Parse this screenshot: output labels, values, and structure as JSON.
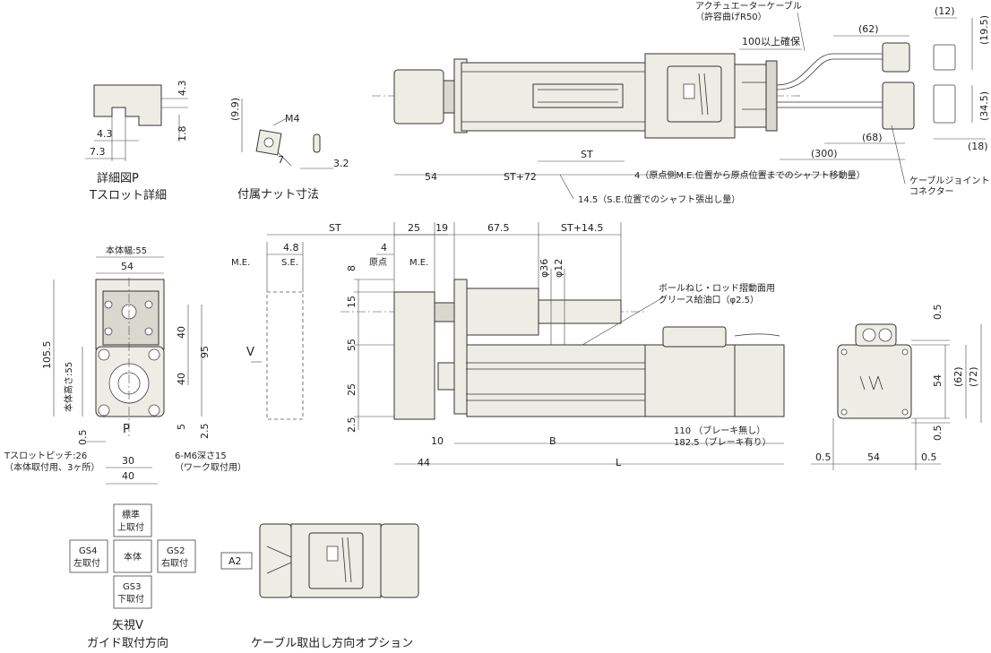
{
  "top": {
    "cable": "アクチュエーターケーブル",
    "radius": "（許容曲げR50）",
    "secure": "100以上確保",
    "d62": "(62)",
    "d12": "(12)",
    "d19_5": "(19.5)",
    "d34_5": "(34.5)",
    "d18": "(18)",
    "d68": "(68)",
    "d300": "(300)",
    "st": "ST",
    "d54": "54",
    "st72": "ST+72",
    "d4note": "4（原点側M.E.位置から原点位置までのシャフト移動量）",
    "d145note": "14.5（S.E.位置でのシャフト張出し量）",
    "joint1": "ケーブルジョイント",
    "joint2": "コネクター"
  },
  "detailP": {
    "d43a": "4.3",
    "d18": "1.8",
    "d43b": "4.3",
    "d73": "7.3",
    "title1": "詳細図P",
    "title2": "Tスロット詳細"
  },
  "nut": {
    "d99": "(9.9)",
    "m4": "M4",
    "d7": "7",
    "d32": "3.2",
    "title": "付属ナット寸法"
  },
  "front": {
    "width55": "本体幅:55",
    "d54": "54",
    "d1055": "105.5",
    "height55": "本体高さ:55",
    "d40a": "40",
    "d40b": "40",
    "d95": "95",
    "d5": "5",
    "d25": "2.5",
    "d05": "0.5",
    "p": "P",
    "tslot1": "Tスロットピッチ:26",
    "tslot2": "（本体取付用、3ヶ所）",
    "d30": "30",
    "d40c": "40",
    "m6a": "6-M6深さ15",
    "m6b": "（ワーク取付用）"
  },
  "side": {
    "st": "ST",
    "d48": "4.8",
    "me": "M.E.",
    "se": "S.E.",
    "d4": "4",
    "origin": "原点",
    "me2": "M.E.",
    "v": "V",
    "d25": "25",
    "d19": "19",
    "d675": "67.5",
    "st145": "ST+14.5",
    "phi36": "φ36",
    "phi12": "φ12",
    "d8": "8",
    "d15": "15",
    "d55": "55",
    "d25v": "25",
    "d25b": "2.5",
    "grease1": "ボールねじ・ロッド摺動面用",
    "grease2": "グリース給油口（φ2.5）",
    "d10": "10",
    "b": "B",
    "d110": "110 （ブレーキ無し）",
    "d1825": "182.5（ブレーキ有り）",
    "d44": "44",
    "l": "L"
  },
  "rear": {
    "d05a": "0.5",
    "d62": "(62)",
    "d72": "(72)",
    "d54v": "54",
    "d05b": "0.5",
    "d05c": "0.5",
    "d54h": "54",
    "d05d": "0.5"
  },
  "guide": {
    "standard1": "標準",
    "standard2": "上取付",
    "gs4a": "GS4",
    "gs4b": "左取付",
    "body": "本体",
    "gs2a": "GS2",
    "gs2b": "右取付",
    "gs3a": "GS3",
    "gs3b": "下取付",
    "title1": "矢視V",
    "title2": "ガイド取付方向"
  },
  "cableOption": {
    "a2": "A2",
    "title": "ケーブル取出し方向オプション"
  }
}
